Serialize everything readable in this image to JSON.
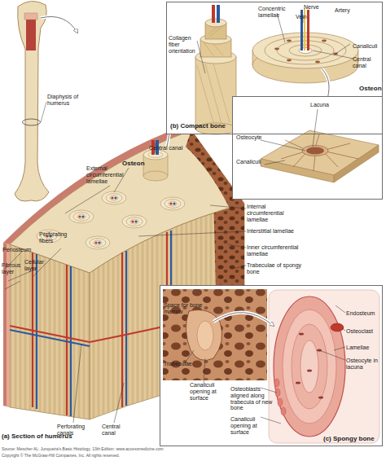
{
  "diagram": {
    "nodes": [
      {
        "text": [
          "Collagen fiber orientation",
          "Concentric lamellae",
          "Nerve",
          "Vein",
          "Artery",
          "Canaliculi",
          "Central canal",
          "Osteon",
          "(b) Compact bone"
        ]
      },
      {
        "text": [
          "Lacuna",
          "Osteocyte",
          "Canaliculi"
        ]
      },
      {
        "text": [
          "Space for bone marrow",
          "Trabeculae",
          "Canaliculi opening at surface",
          "Endosteum",
          "Osteoclast",
          "Lamellae",
          "Osteocyte in lacuna",
          "Osteoblasts aligned along trabecula of new bone",
          "Canaliculi opening at surface",
          "(c) Spongy bone"
        ]
      }
    ],
    "labels": [
      "Diaphysis of humerus",
      "Perforating fibers",
      "Periosteum",
      "Cellular layer",
      "Fibrous layer",
      "External circumferential lamellae",
      "Osteon",
      "Central canal",
      "Internal circumferential lamellae",
      "Interstitial lamellae",
      "Inner circumferential lamellae",
      "Trabeculae of spongy bone",
      "Perforating canals",
      "Central canal",
      "(a) Section of humerus",
      "Source: Mescher AL: Junqueira's Basic Histology, 13th Edition: www.accessmedicine.com",
      "Copyright © The McGraw-Hill Companies, Inc. All rights reserved."
    ]
  }
}
